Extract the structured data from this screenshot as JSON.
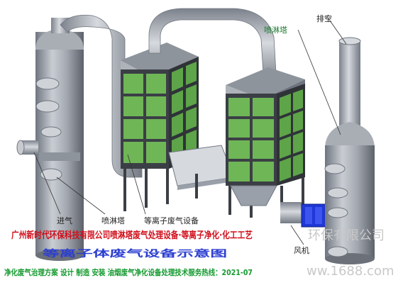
{
  "labels": {
    "exhaust_top": "排空",
    "spray_tower_top": "喷淋塔",
    "inlet": "进气",
    "spray_tower_bottom": "喷淋塔",
    "plasma_unit": "等离子废气设备",
    "fan": "风机"
  },
  "banner": {
    "line1": "广州新时代环保科技有限公司喷淋塔废气处理设备·等离子净化·化工工艺",
    "line2": "等离子体废气设备示意图",
    "line3": "净化废气治理方案 设计 制造 安装 油烟废气净化设备处理技术服务热线：2021-07"
  },
  "watermark": {
    "company": "环保有限公司",
    "site": "ww.1688.com"
  },
  "colors": {
    "steel": "#9aa0aa",
    "steel_dark": "#6f7580",
    "panel_green": "#6fb657",
    "frame": "#3b3f45",
    "fan_blue": "#1f37d6"
  }
}
